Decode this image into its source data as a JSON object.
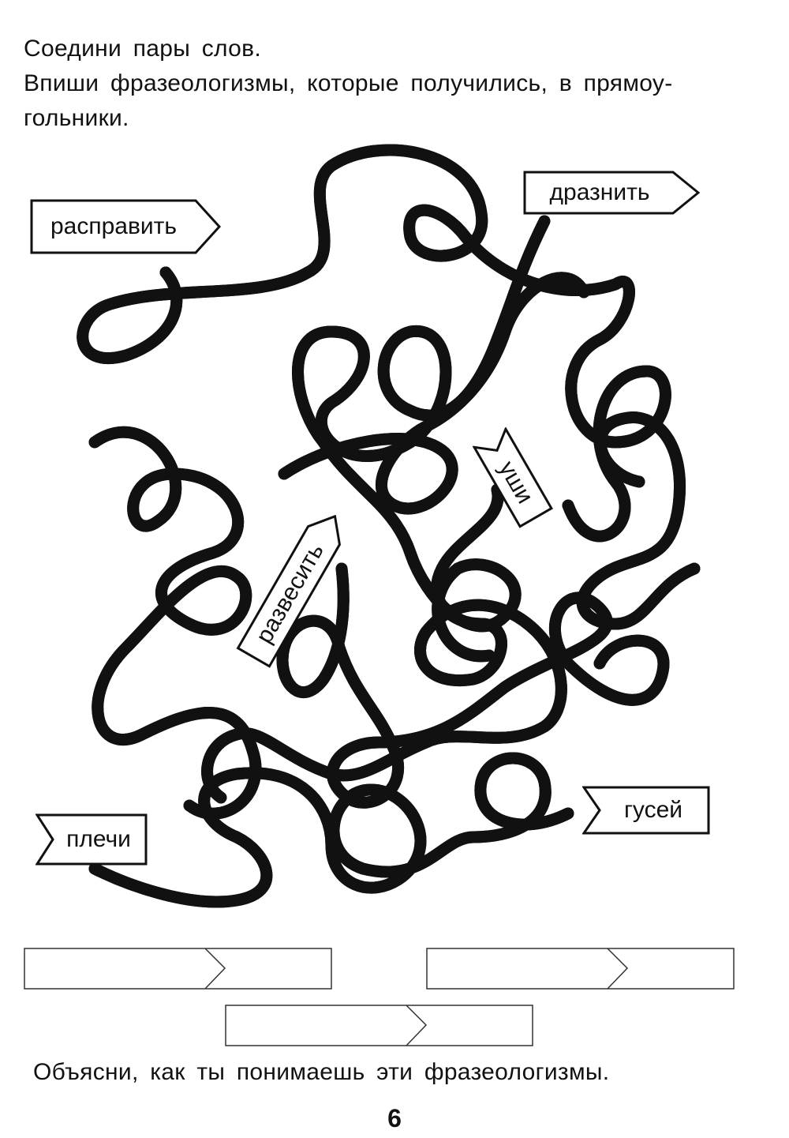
{
  "instructions": {
    "line1": "Соедини пары слов.",
    "line2": "Впиши фразеологизмы, которые получились, в прямоу-",
    "line3": "гольники."
  },
  "words": {
    "rasprávit": "расправить",
    "draznit": "дразнить",
    "ushi": "уши",
    "razvesit": "развесить",
    "plechi": "плечи",
    "gusey": "гусей"
  },
  "answer_boxes_count": 3,
  "question": "Объясни, как ты понимаешь эти фразеологизмы.",
  "page_number": "6"
}
